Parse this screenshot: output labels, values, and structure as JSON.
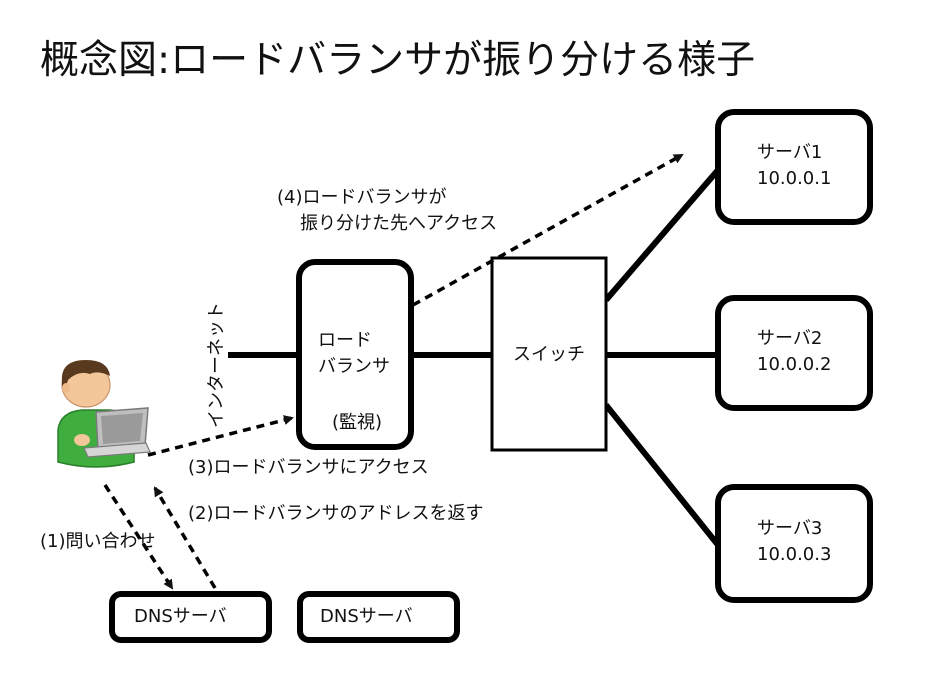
{
  "title": "概念図:ロードバランサが振り分ける様子",
  "nodes": {
    "lb_line1": "ロード",
    "lb_line2": "バランサ",
    "lb_monitor": "(監視)",
    "switch": "スイッチ",
    "server1_name": "サーバ1",
    "server1_ip": "10.0.0.1",
    "server2_name": "サーバ2",
    "server2_ip": "10.0.0.2",
    "server3_name": "サーバ3",
    "server3_ip": "10.0.0.3",
    "dns1": "DNSサーバ",
    "dns2": "DNSサーバ"
  },
  "labels": {
    "internet": "インターネット",
    "step1": "(1)問い合わせ",
    "step2": "(2)ロードバランサのアドレスを返す",
    "step3": "(3)ロードバランサにアクセス",
    "step4_line1": "(4)ロードバランサが",
    "step4_line2": "振り分けた先へアクセス"
  },
  "icons": {
    "client": "user-with-laptop-icon"
  }
}
